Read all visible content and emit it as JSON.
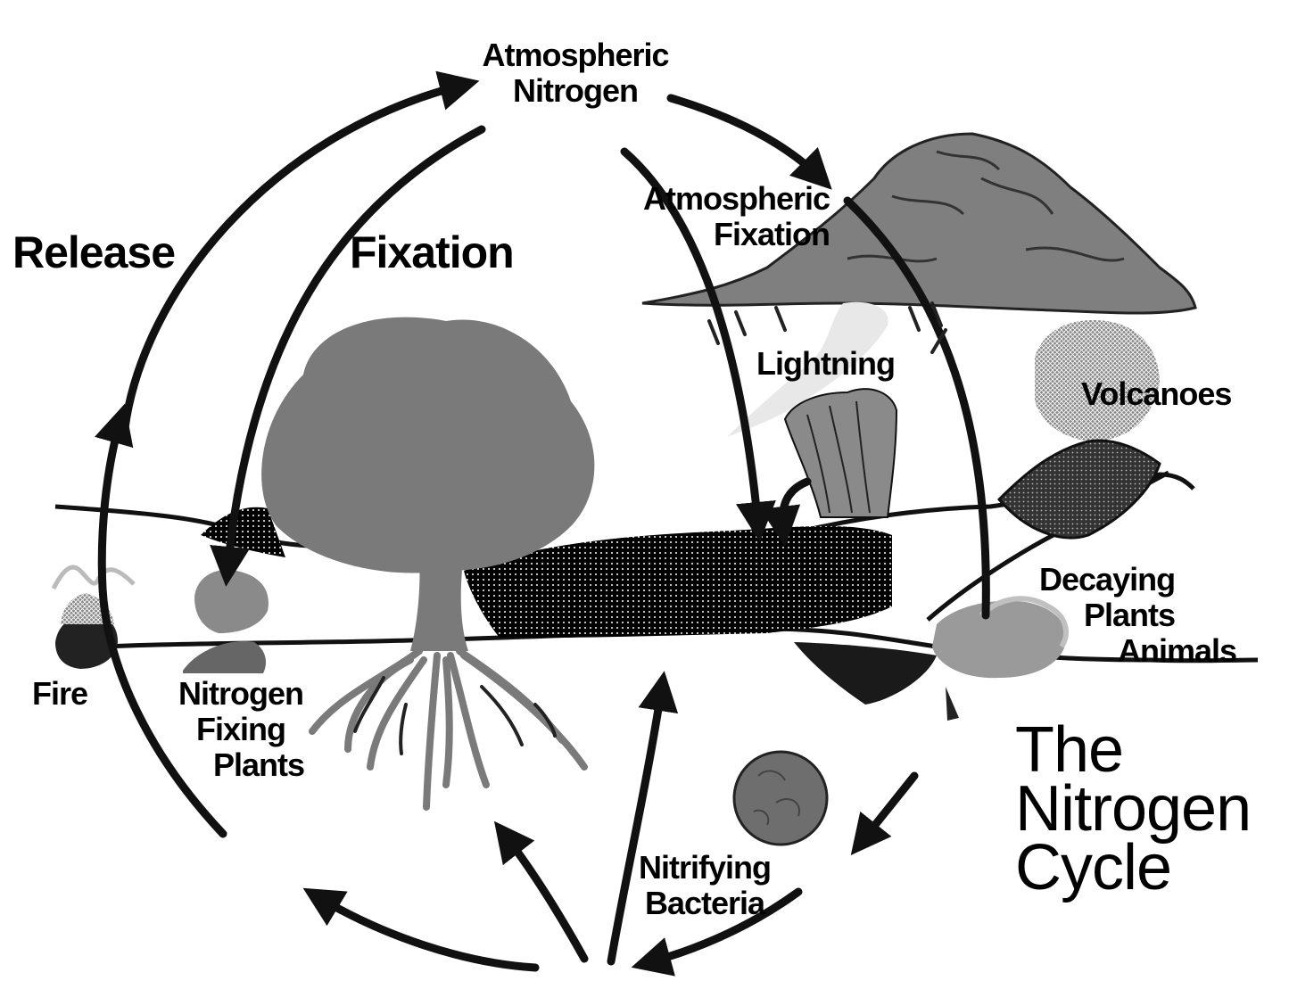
{
  "title": {
    "line1": "The",
    "line2": "Nitrogen",
    "line3": "Cycle"
  },
  "labels": {
    "atmospheric_nitrogen": {
      "line1": "Atmospheric",
      "line2": "Nitrogen"
    },
    "release": "Release",
    "fixation": "Fixation",
    "atmospheric_fixation": {
      "line1": "Atmospheric",
      "line2": "Fixation"
    },
    "lightning": "Lightning",
    "volcanoes": "Volcanoes",
    "decaying": {
      "line1": "Decaying",
      "line2": "Plants",
      "line3": "Animals"
    },
    "fire": "Fire",
    "nitrogen_fixing_plants": {
      "line1": "Nitrogen",
      "line2": "Fixing",
      "line3": "Plants"
    },
    "nitrifying_bacteria": {
      "line1": "Nitrifying",
      "line2": "Bacteria"
    }
  },
  "colors": {
    "ink": "#111111",
    "tree": "#7a7a7a",
    "cloud": "#7f7f7f",
    "grey_light": "#bdbdbd",
    "soil": "#000000"
  }
}
